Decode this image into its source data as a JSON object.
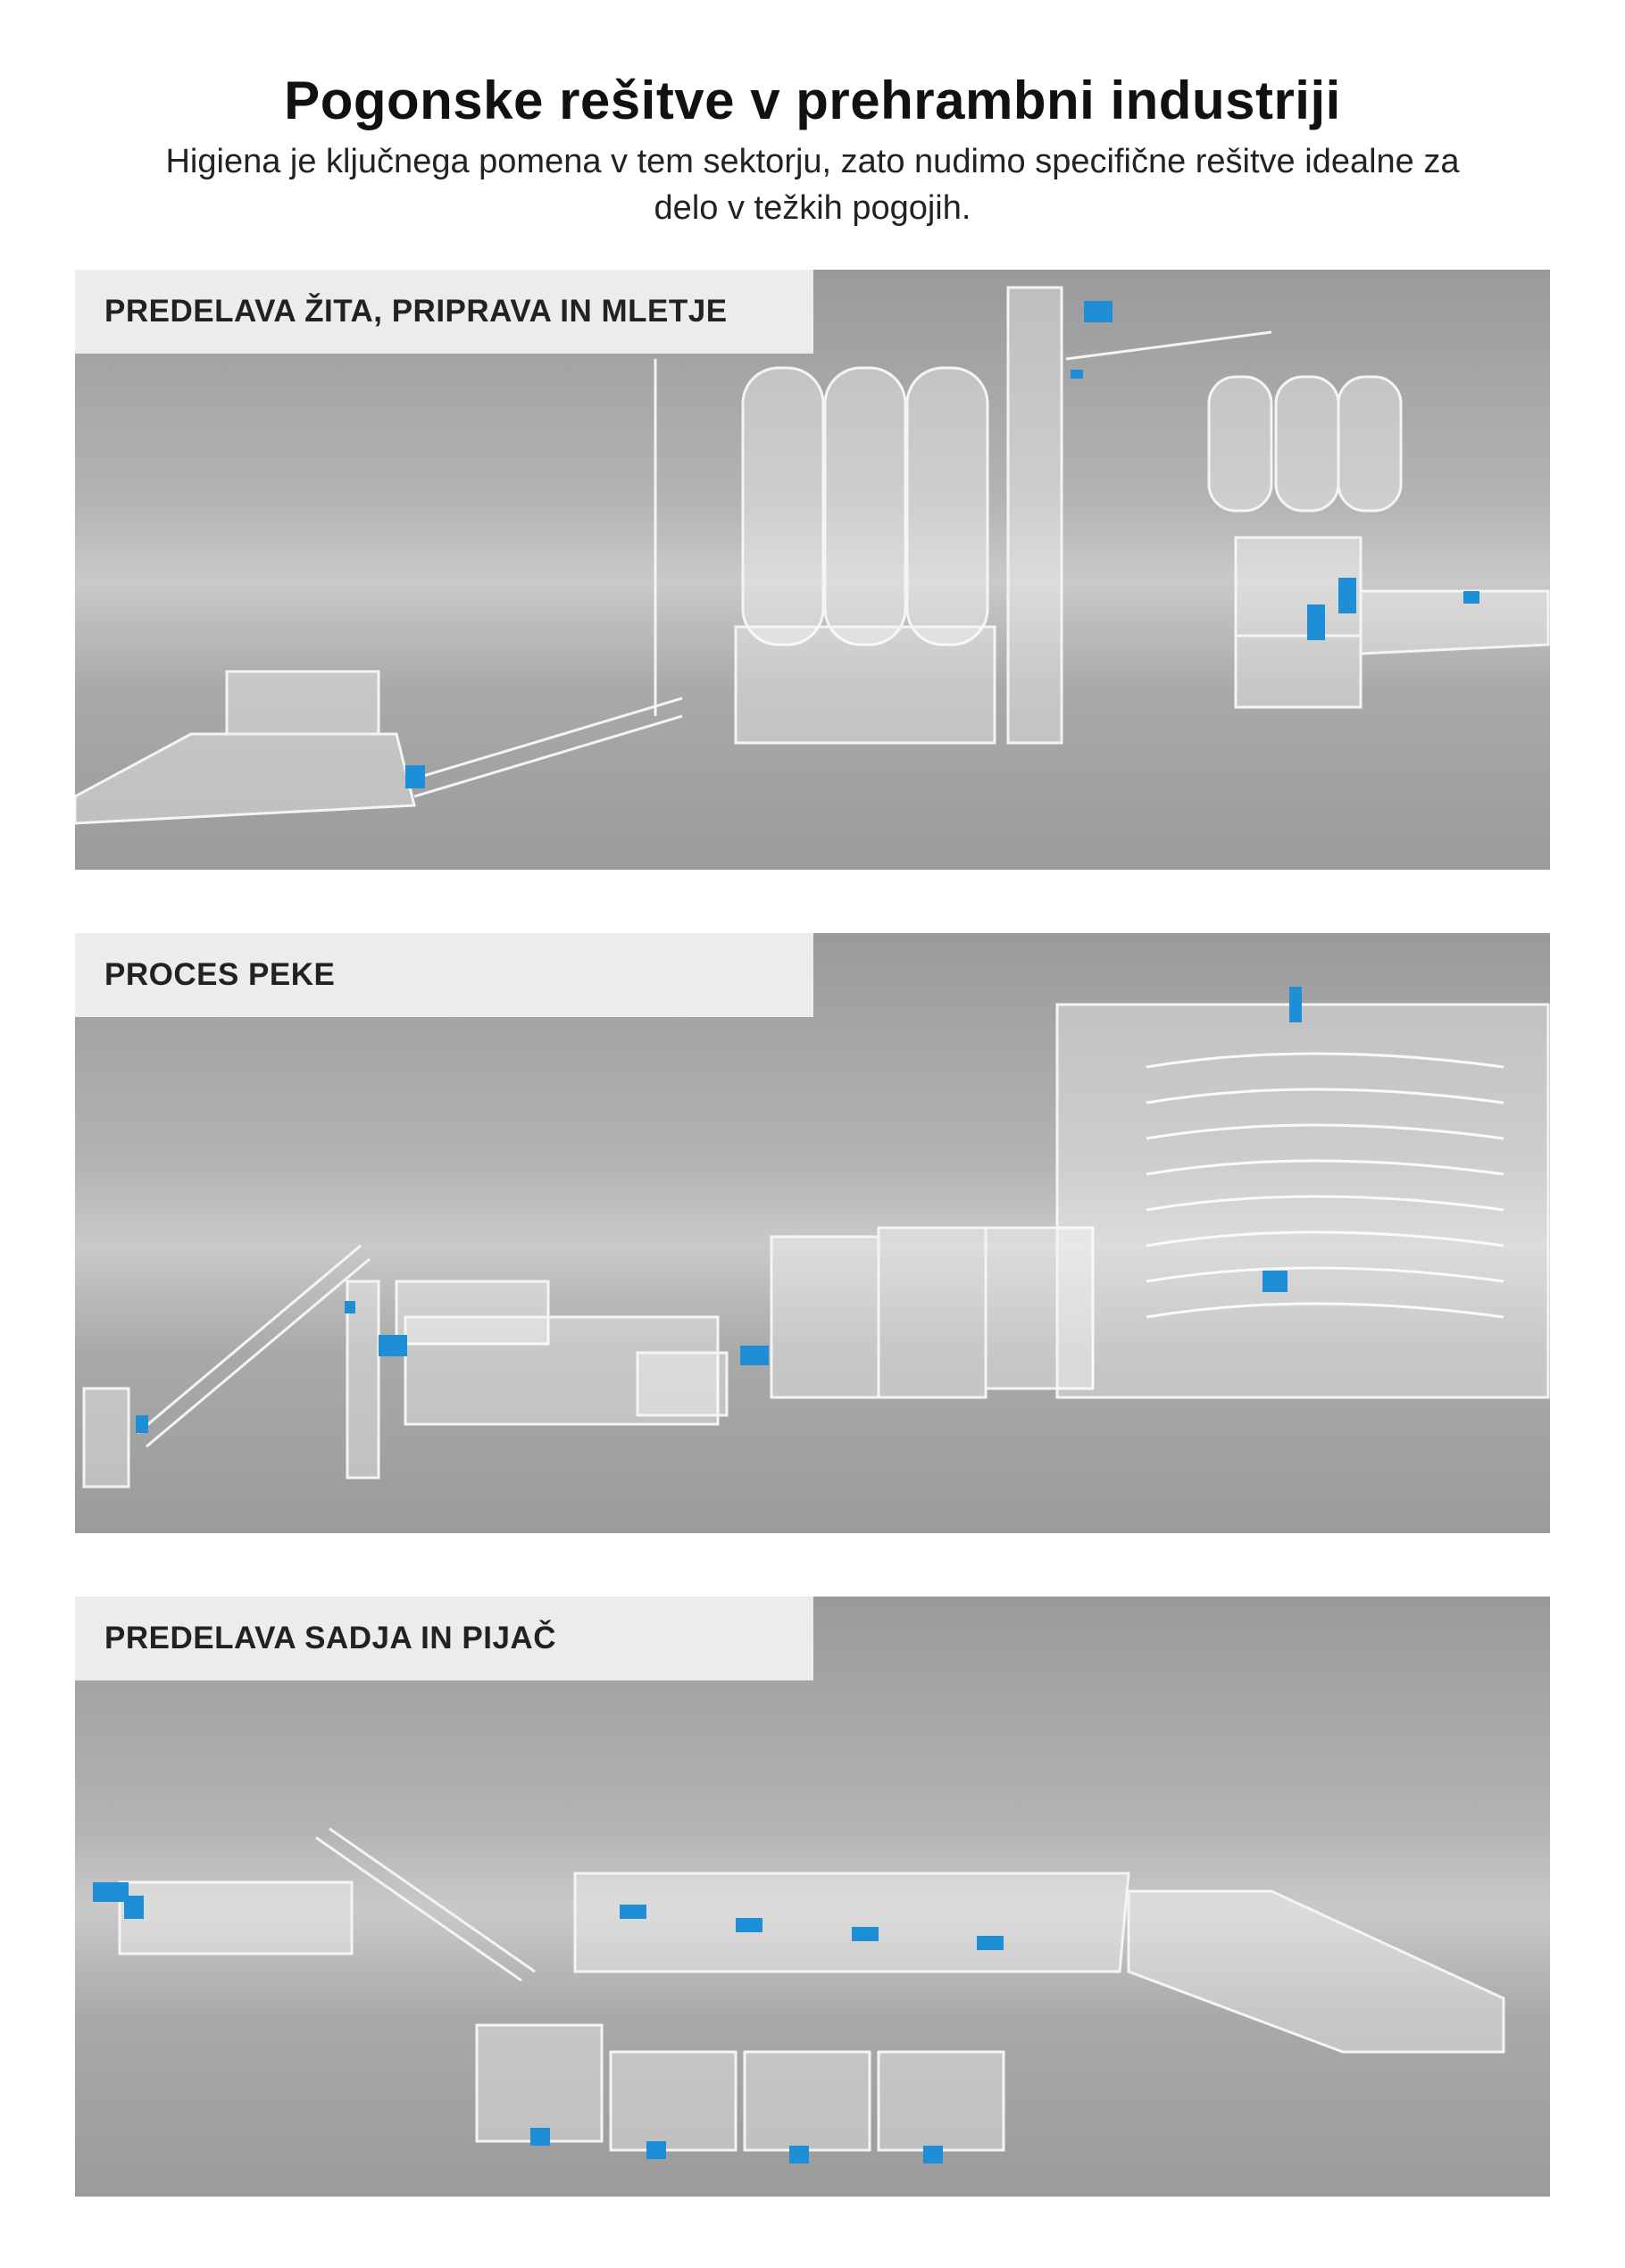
{
  "header": {
    "title": "Pogonske rešitve v prehrambni industriji",
    "subtitle": "Higiena je ključnega pomena v tem sektorju, zato nudimo specifične rešitve idealne za delo v težkih pogojih."
  },
  "sections": [
    {
      "label": "PREDELAVA ŽITA, PRIPRAVA IN MLETJE"
    },
    {
      "label": "PROCES PEKE"
    },
    {
      "label": "PREDELAVA SADJA IN PIJAČ"
    }
  ],
  "colors": {
    "accent": "#1e8fd6",
    "label_bg": "#ececee",
    "machine": "#f2f2f2"
  }
}
